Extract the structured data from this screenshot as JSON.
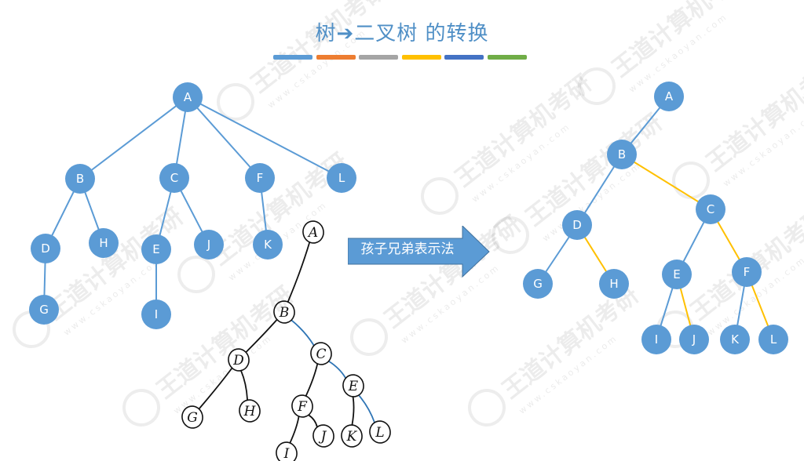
{
  "title": {
    "left": "树",
    "arrow": "➔",
    "right": "二叉树 的转换"
  },
  "color_bar": [
    "#5b9bd5",
    "#ed7d31",
    "#a5a5a5",
    "#ffc000",
    "#4472c4",
    "#70ad47"
  ],
  "arrow_label": "孩子兄弟表示法",
  "colors": {
    "node": "#5b9bd5",
    "edge": "#5b9bd5",
    "sibling_edge": "#ffc000",
    "hand_blue": "#2f75b5"
  },
  "tree": {
    "nodes": [
      "A",
      "B",
      "C",
      "F",
      "L",
      "D",
      "H",
      "E",
      "J",
      "K",
      "G",
      "I"
    ],
    "edges": [
      [
        "A",
        "B"
      ],
      [
        "A",
        "C"
      ],
      [
        "A",
        "F"
      ],
      [
        "A",
        "L"
      ],
      [
        "B",
        "D"
      ],
      [
        "B",
        "H"
      ],
      [
        "C",
        "E"
      ],
      [
        "C",
        "J"
      ],
      [
        "F",
        "K"
      ],
      [
        "D",
        "G"
      ],
      [
        "E",
        "I"
      ]
    ]
  },
  "binary_tree": {
    "nodes": [
      "A",
      "B",
      "D",
      "C",
      "G",
      "H",
      "E",
      "F",
      "I",
      "J",
      "K",
      "L"
    ],
    "child_edges": [
      [
        "A",
        "B"
      ],
      [
        "B",
        "D"
      ],
      [
        "D",
        "G"
      ],
      [
        "C",
        "E"
      ],
      [
        "E",
        "I"
      ],
      [
        "F",
        "K"
      ]
    ],
    "sibling_edges": [
      [
        "B",
        "C"
      ],
      [
        "D",
        "H"
      ],
      [
        "C",
        "F"
      ],
      [
        "E",
        "J"
      ],
      [
        "F",
        "L"
      ]
    ]
  },
  "handwritten": {
    "nodes": [
      "A",
      "B",
      "C",
      "D",
      "E",
      "F",
      "G",
      "H",
      "I",
      "J",
      "K",
      "L"
    ]
  },
  "watermark": {
    "brand": "王道计算机考研",
    "url": "www.cskaoyan.com"
  }
}
